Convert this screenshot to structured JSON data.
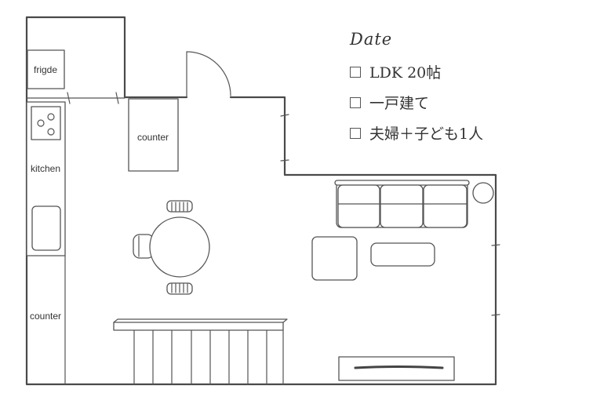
{
  "labels": {
    "fridge": "frigde",
    "kitchen": "kitchen",
    "counter_top": "counter",
    "counter_left": "counter"
  },
  "checklist": {
    "title": "Date",
    "items": [
      {
        "label": "LDK 20帖",
        "checked": false
      },
      {
        "label": "一戸建て",
        "checked": false
      },
      {
        "label": "夫婦＋子ども1人",
        "checked": false
      }
    ]
  }
}
